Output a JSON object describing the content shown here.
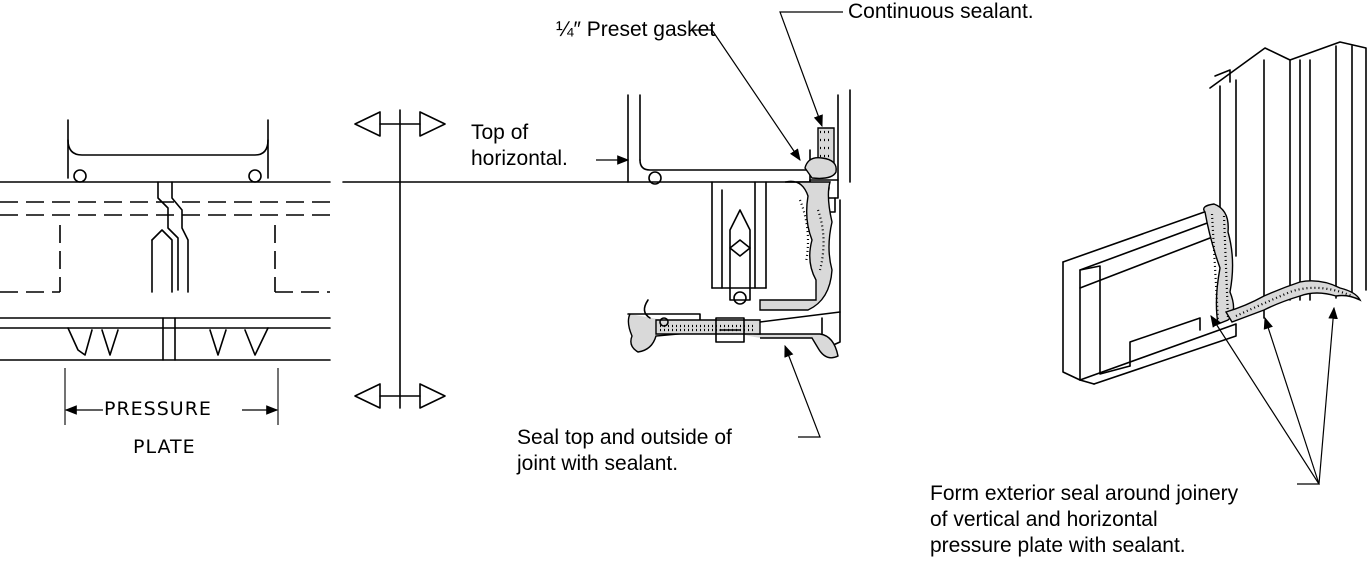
{
  "labels": {
    "preset_gasket": "¼″ Preset gasket",
    "continuous_sealant": "Continuous sealant.",
    "top_of_horizontal": "Top of\nhorizontal.",
    "seal_top_outside": "Seal top and outside of\njoint with sealant.",
    "form_exterior_seal": "Form exterior seal around joinery\nof vertical and horizontal\npressure plate with sealant.",
    "pressure": "PRESSURE",
    "plate": "PLATE"
  }
}
